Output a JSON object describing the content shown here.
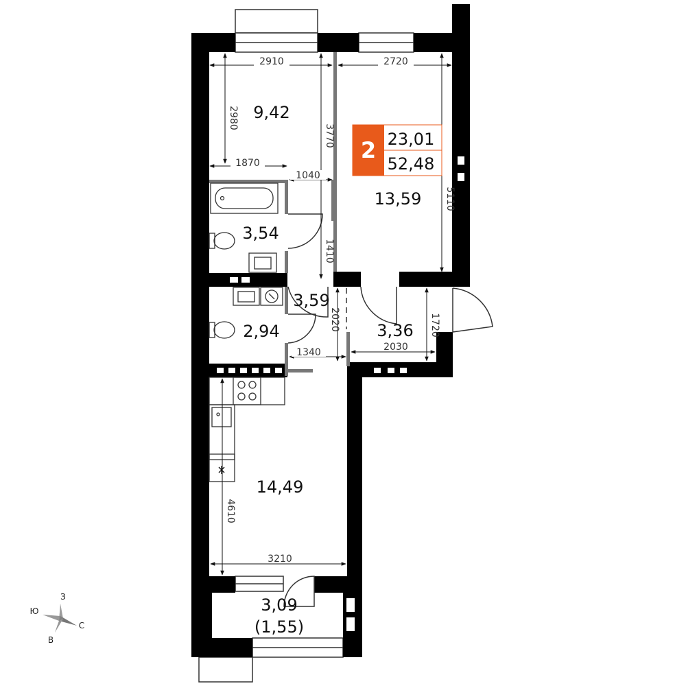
{
  "badge": {
    "rooms": "2",
    "living_area": "23,01",
    "total_area": "52,48",
    "accent_color": "#e85a1b"
  },
  "rooms": {
    "bedroom": "9,42",
    "living_room": "13,59",
    "bathroom": "3,54",
    "corridor": "3,59",
    "toilet": "2,94",
    "hall": "3,36",
    "kitchen": "14,49",
    "balcony": "3,09",
    "balcony_reduced": "(1,55)"
  },
  "dimensions": {
    "d2910": "2910",
    "d2720": "2720",
    "d2980": "2980",
    "d3770": "3770",
    "d1870": "1870",
    "d1040": "1040",
    "d5110": "5110",
    "d1410": "1410",
    "d2020": "2020",
    "d1720": "1720",
    "d2030": "2030",
    "d1340": "1340",
    "d4610": "4610",
    "d3210": "3210"
  },
  "compass": {
    "north": "С",
    "south": "Ю",
    "west": "З",
    "east": "В"
  }
}
